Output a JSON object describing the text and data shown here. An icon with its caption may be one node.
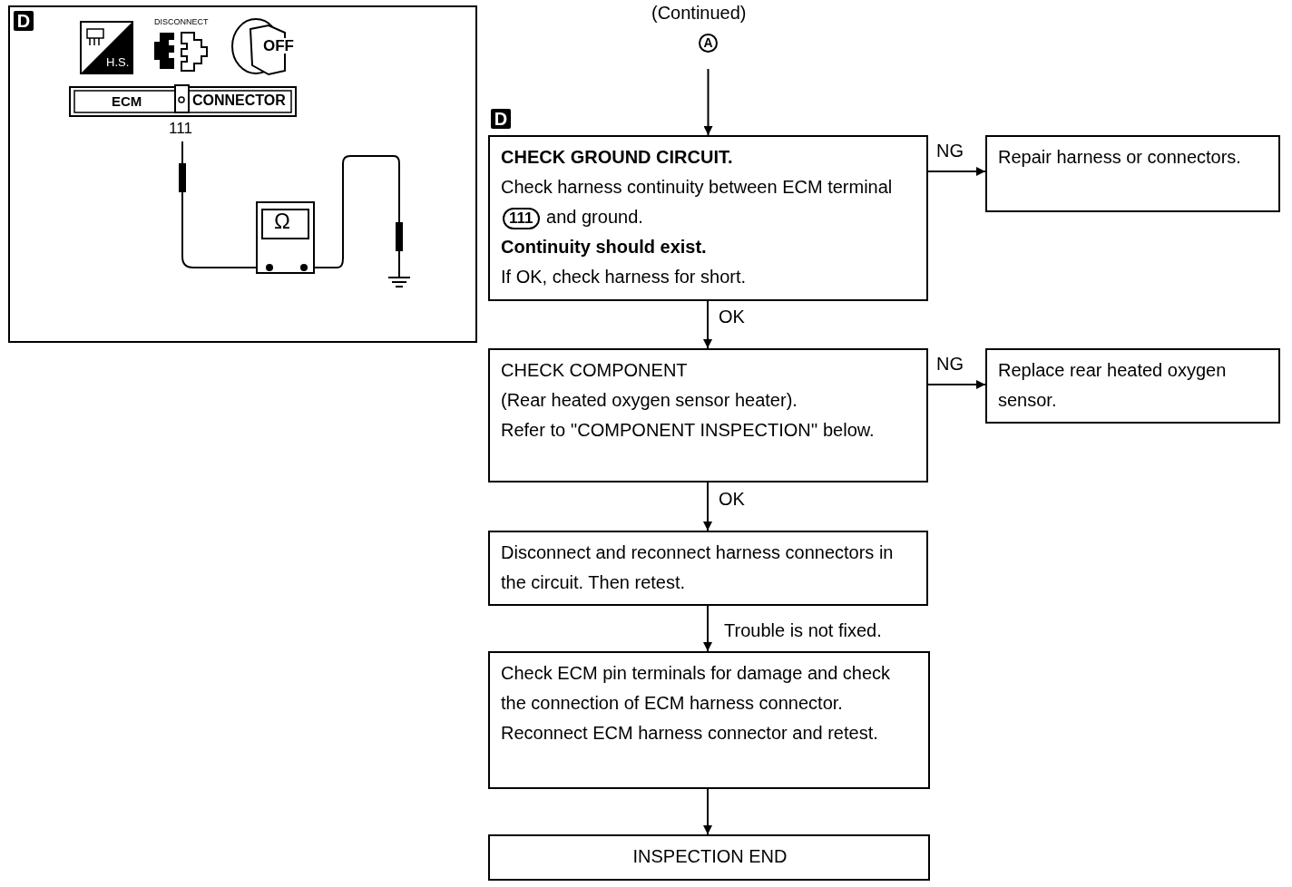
{
  "diagram": {
    "nodes": [
      {
        "text": [
          "A"
        ],
        "beside": [
          "(Continued)"
        ]
      },
      {
        "text": [
          "CHECK GROUND CIRCUIT.",
          "Check harness continuity between ECM terminal",
          "111",
          "and ground.",
          "Continuity should exist.",
          "If OK, check harness for short."
        ]
      },
      {
        "text": [
          "Repair harness or connectors."
        ]
      },
      {
        "text": [
          "CHECK COMPONENT",
          "(Rear heated oxygen sensor heater).",
          "Refer to ''COMPONENT INSPECTION'' below."
        ]
      },
      {
        "text": [
          "Replace rear heated oxygen sensor."
        ]
      },
      {
        "text": [
          "Disconnect and reconnect harness connectors in the circuit. Then retest."
        ]
      },
      {
        "text": [
          "Check ECM pin terminals for damage and check the connection of ECM harness connector. Reconnect ECM harness connector and retest."
        ]
      },
      {
        "text": [
          "INSPECTION END"
        ]
      }
    ],
    "edges": [
      {
        "from": 0,
        "to": 1,
        "arrow": "to"
      },
      {
        "from": 1,
        "to": 2,
        "arrow": "to",
        "label": "NG"
      },
      {
        "from": 1,
        "to": 3,
        "arrow": "to",
        "label": "OK"
      },
      {
        "from": 3,
        "to": 4,
        "arrow": "to",
        "label": "NG"
      },
      {
        "from": 3,
        "to": 5,
        "arrow": "to",
        "label": "OK"
      },
      {
        "from": 5,
        "to": 6,
        "arrow": "to",
        "label": "Trouble is not fixed."
      },
      {
        "from": 6,
        "to": 7,
        "arrow": "to"
      }
    ],
    "labels": [
      "D",
      "H.S.",
      "DISCONNECT",
      "OFF",
      "ECM",
      "CONNECTOR",
      "111",
      "Ω",
      "D"
    ]
  }
}
